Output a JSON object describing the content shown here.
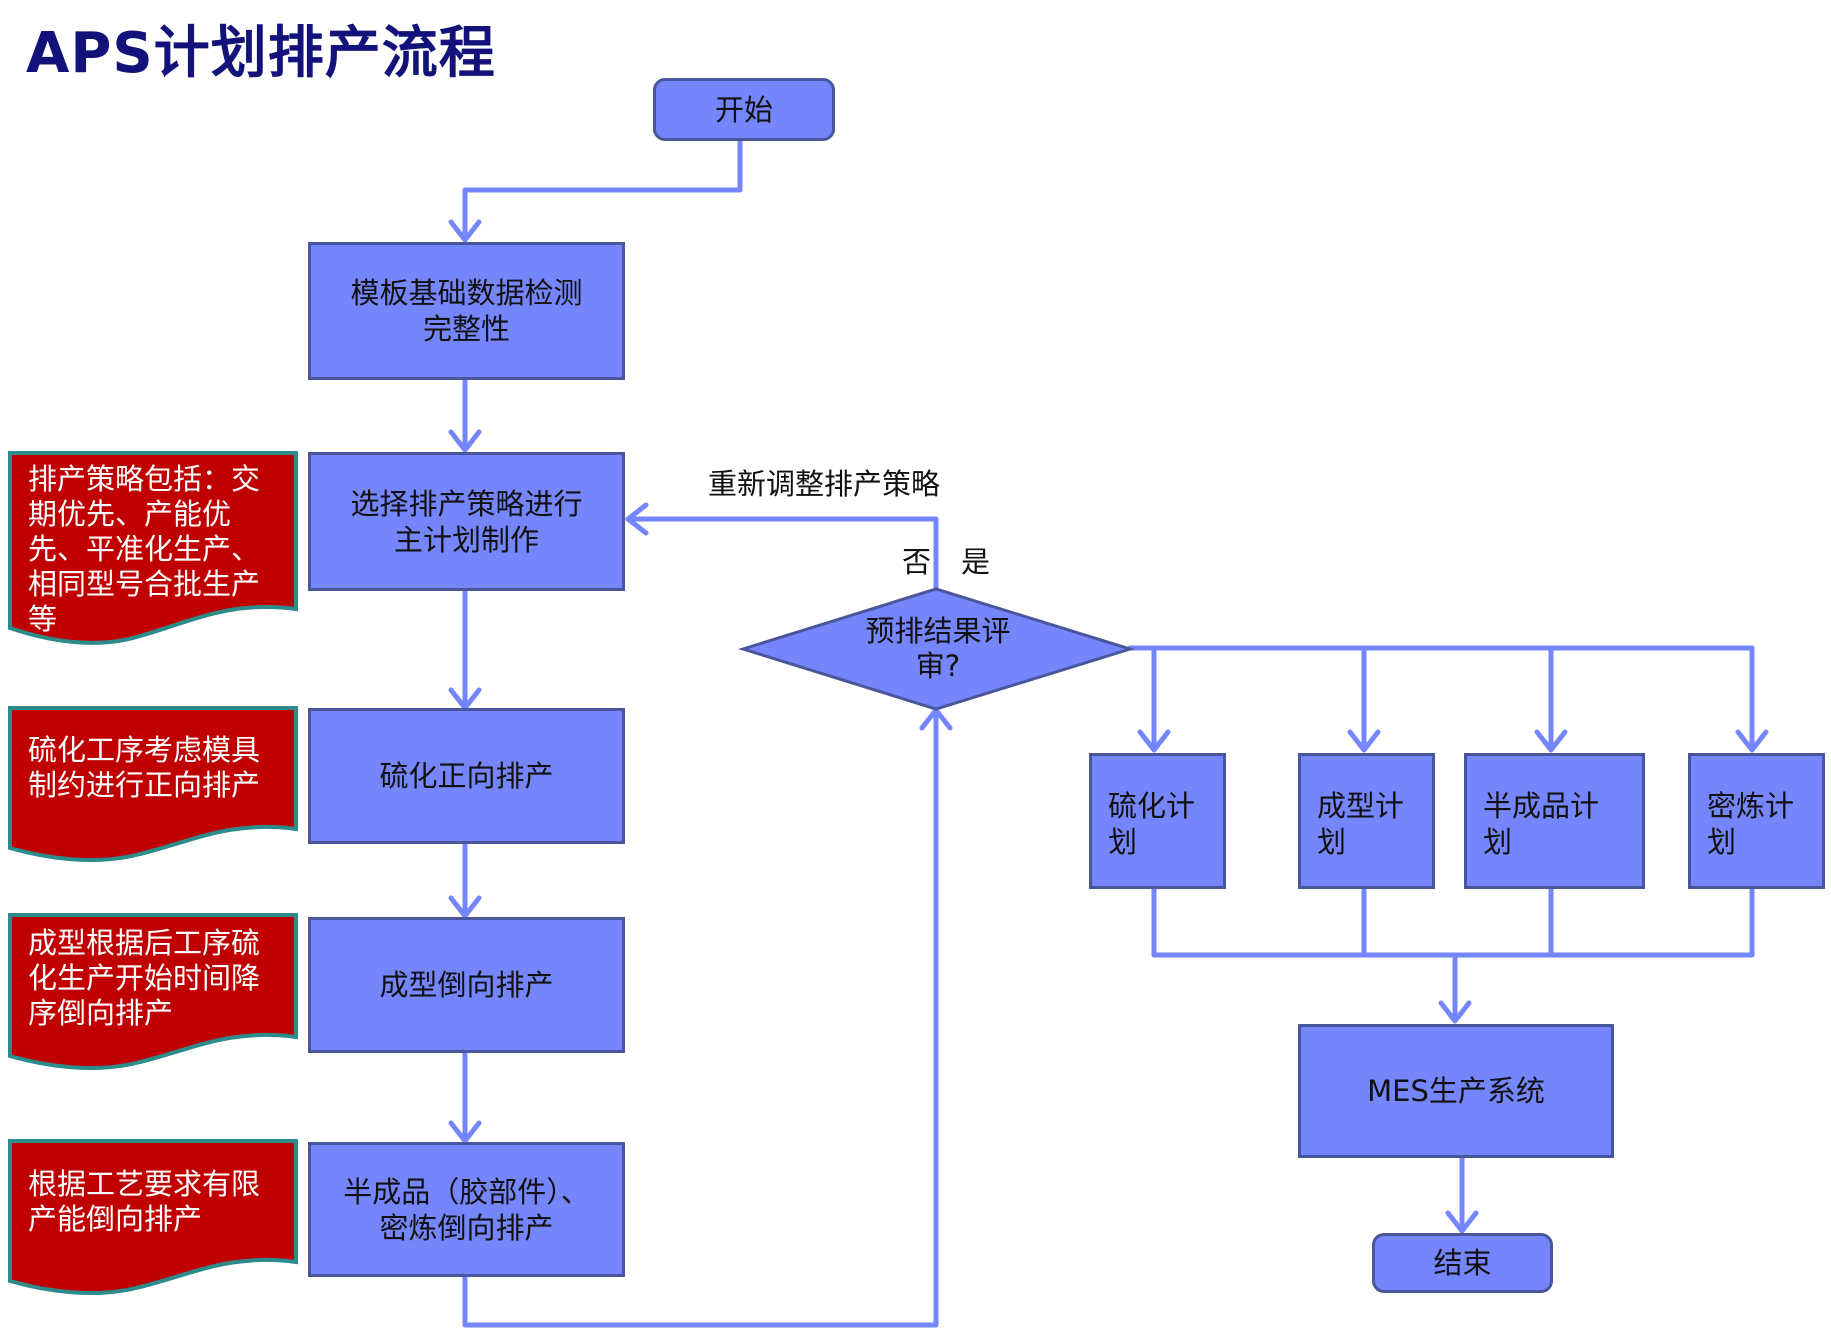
{
  "title": "APS计划排产流程",
  "nodes": {
    "start": "开始",
    "template_check": "模板基础数据检测完整性",
    "select_strategy": "选择排产策略进行主计划制作",
    "vulcanize_forward": "硫化正向排产",
    "forming_backward": "成型倒向排产",
    "semi_mixing_backward": "半成品（胶部件）、密炼倒向排产",
    "review_decision": "预排结果评审?",
    "plan_vulcanize": "硫化计划",
    "plan_forming": "成型计划",
    "plan_semi": "半成品计划",
    "plan_mixing": "密炼计划",
    "mes": "MES生产系统",
    "end": "结束"
  },
  "notes": {
    "strategy": "排产策略包括：交期优先、产能优先、平准化生产、相同型号合批生产等",
    "vulcanize": "硫化工序考虑模具制约进行正向排产",
    "forming": "成型根据后工序硫化生产开始时间降序倒向排产",
    "semi": "根据工艺要求有限产能倒向排产"
  },
  "edge_labels": {
    "readjust": "重新调整排产策略",
    "no": "否",
    "yes": "是"
  },
  "colors": {
    "box_fill": "#7585fb",
    "box_border": "#4a569c",
    "connector": "#7585fb",
    "note_fill": "#c00000",
    "note_border": "#2e8b8b",
    "title": "#12127a"
  }
}
